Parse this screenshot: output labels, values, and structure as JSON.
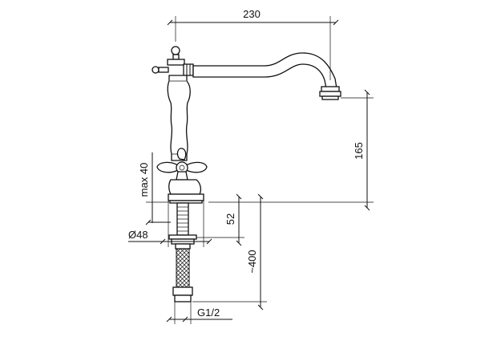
{
  "drawing": {
    "dimensions": {
      "spout_reach": "230",
      "spout_height": "165",
      "max_thickness": "max 40",
      "shank_length": "52",
      "base_diameter": "Ø48",
      "hose_length": "~400",
      "connection": "G1/2"
    }
  }
}
